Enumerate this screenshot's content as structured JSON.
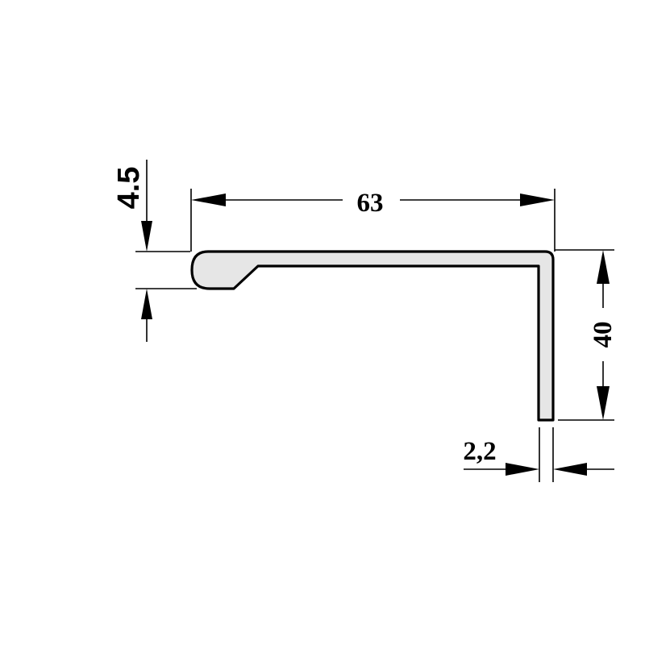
{
  "dimensions": {
    "width": "63",
    "height": "40",
    "lip_thickness": "4.5",
    "wall_thickness": "2,2"
  }
}
